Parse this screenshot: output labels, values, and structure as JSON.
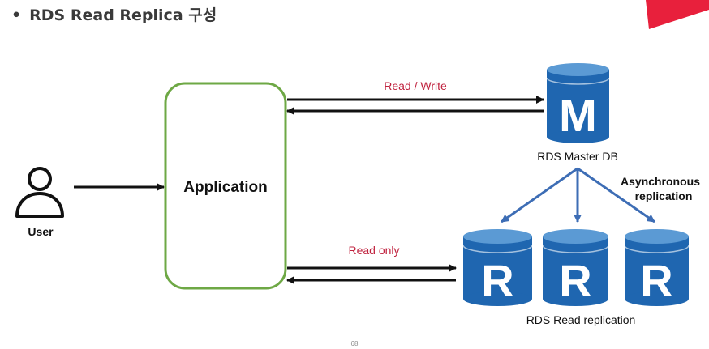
{
  "slide": {
    "bullet": "•",
    "title": "RDS Read Replica 구성",
    "page_number": "68",
    "accent_color": "#e8203c"
  },
  "diagram": {
    "user_label": "User",
    "application_label": "Application",
    "read_write_label": "Read / Write",
    "read_only_label": "Read only",
    "master_letter": "M",
    "master_label": "RDS Master DB",
    "async_label_line1": "Asynchronous",
    "async_label_line2": "replication",
    "replica_letter": "R",
    "replicas_label": "RDS Read replication",
    "colors": {
      "db_blue": "#1f66b0",
      "db_top": "#5b9ad4",
      "app_border": "#6ea845",
      "edge_label": "#c0233f",
      "replication_arrow": "#3d6db5"
    }
  }
}
